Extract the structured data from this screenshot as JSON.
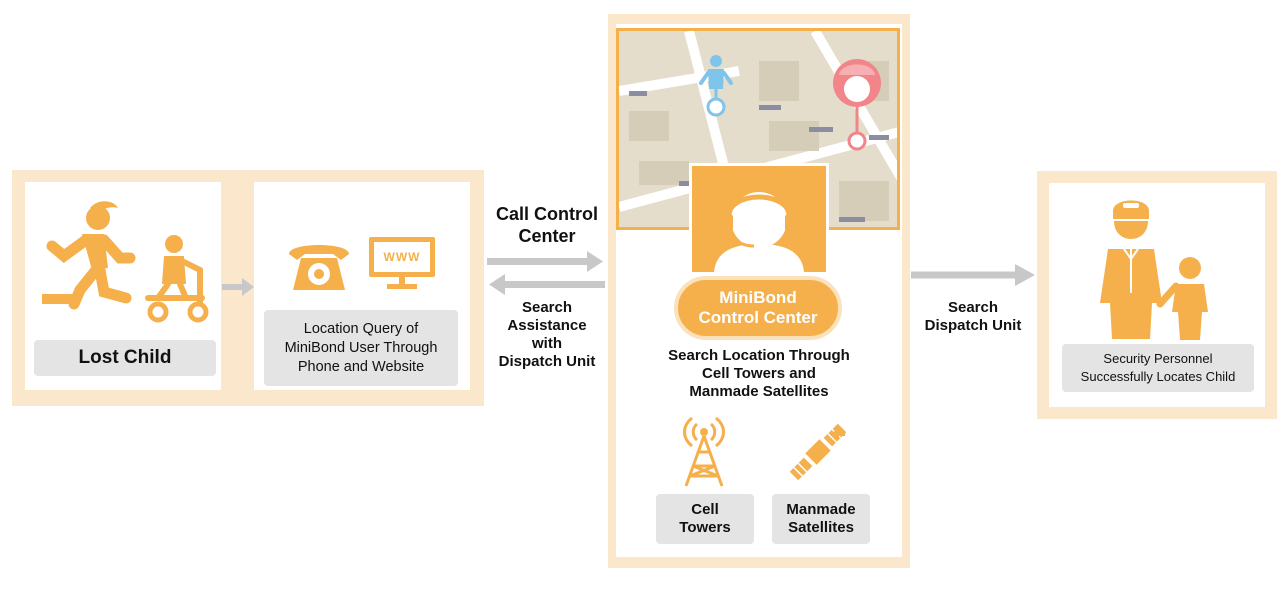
{
  "colors": {
    "accent": "#f5b04c",
    "frame": "#fbe7cc",
    "label_bg": "#e4e4e4",
    "arrow": "#c8c8c8",
    "map_bg": "#e4ddcb",
    "child_marker": "#7fc4ea",
    "guard_marker": "#f2858a"
  },
  "icons": [
    "running-child-icon",
    "scooter-child-icon",
    "telephone-icon",
    "www-monitor-icon",
    "operator-headset-icon",
    "cell-tower-icon",
    "satellite-icon",
    "security-guard-icon",
    "child-icon"
  ],
  "nodes": {
    "lost_child": "Lost Child",
    "location_query": "Location Query of\nMiniBond User Through\nPhone and Website",
    "www": "WWW",
    "control_center": "MiniBond\nControl Center",
    "search_location": "Search Location Through\nCell Towers and\nManmade Satellites",
    "cell_towers": "Cell\nTowers",
    "satellites": "Manmade\nSatellites",
    "security": "Security Personnel\nSuccessfully Locates Child"
  },
  "edges": {
    "call_control": "Call Control\nCenter",
    "search_assistance": "Search\nAssistance\nwith\nDispatch Unit",
    "search_dispatch": "Search\nDispatch Unit"
  }
}
